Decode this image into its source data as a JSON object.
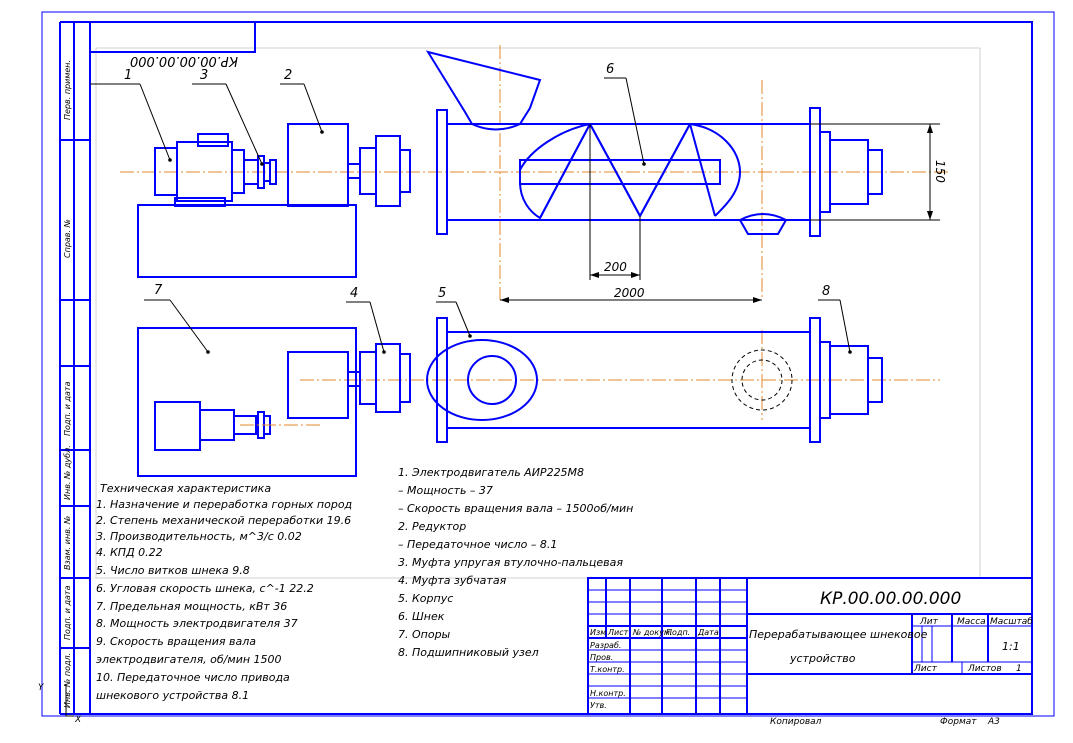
{
  "drawing_number": "КР.00.00.00.000",
  "title_block": {
    "name_line1": "Перерабатывающее шнековое",
    "name_line2": "устройство",
    "lit_label": "Лит",
    "mass_label": "Масса",
    "scale_label": "Масштаб",
    "scale_value": "1:1",
    "sheet_label": "Лист",
    "sheets_label": "Листов",
    "sheets_value": "1",
    "rev_headers": [
      "Изм",
      "Лист",
      "№ докум.",
      "Подп.",
      "Дата"
    ],
    "roles": [
      "Разраб.",
      "Пров.",
      "Т.контр.",
      "",
      "Н.контр.",
      "Утв."
    ],
    "copied_label": "Копировал",
    "format_label": "Формат",
    "format_value": "А3"
  },
  "side_labels": {
    "perv_primen": "Перв. примен.",
    "sprav_no": "Справ. №",
    "podp_data_1": "Подп. и дата",
    "inv_dubl": "Инв. № дубл.",
    "vzam_inv": "Взам. инв. №",
    "podp_data_2": "Подп. и дата",
    "inv_podl": "Инв. № подл."
  },
  "callouts": [
    "1",
    "3",
    "2",
    "6",
    "7",
    "4",
    "5",
    "8"
  ],
  "dimensions": {
    "diameter": "150",
    "pitch": "200",
    "length": "2000"
  },
  "specs": {
    "title": "Техническая характеристика",
    "lines": [
      "1. Назначение и переработка горных пород",
      "2. Степень механической переработки 19.6",
      "3. Производительность, м^3/с 0.02",
      "4. КПД 0.22",
      "5. Число витков шнека 9.8",
      "6. Угловая скорость шнека, с^-1 22.2",
      "7. Предельная мощность, кВт 36",
      "8. Мощность электродвигателя 37",
      "9. Скорость вращения вала",
      "электродвигателя, об/мин 1500",
      "10. Передаточное число привода",
      "шнекового устройства 8.1"
    ]
  },
  "parts": {
    "lines": [
      "1. Электродвигатель АИР225М8",
      "– Мощность – 37",
      "– Скорость вращения вала – 1500об/мин",
      "2. Редуктор",
      "– Передаточное число – 8.1",
      "3. Муфта упругая втулочно-пальцевая",
      "4. Муфта зубчатая",
      "5. Корпус",
      "6. Шнек",
      "7. Опоры",
      "8. Подшипниковый узел"
    ]
  },
  "corner_marks": {
    "x": "X",
    "y": "Y"
  }
}
